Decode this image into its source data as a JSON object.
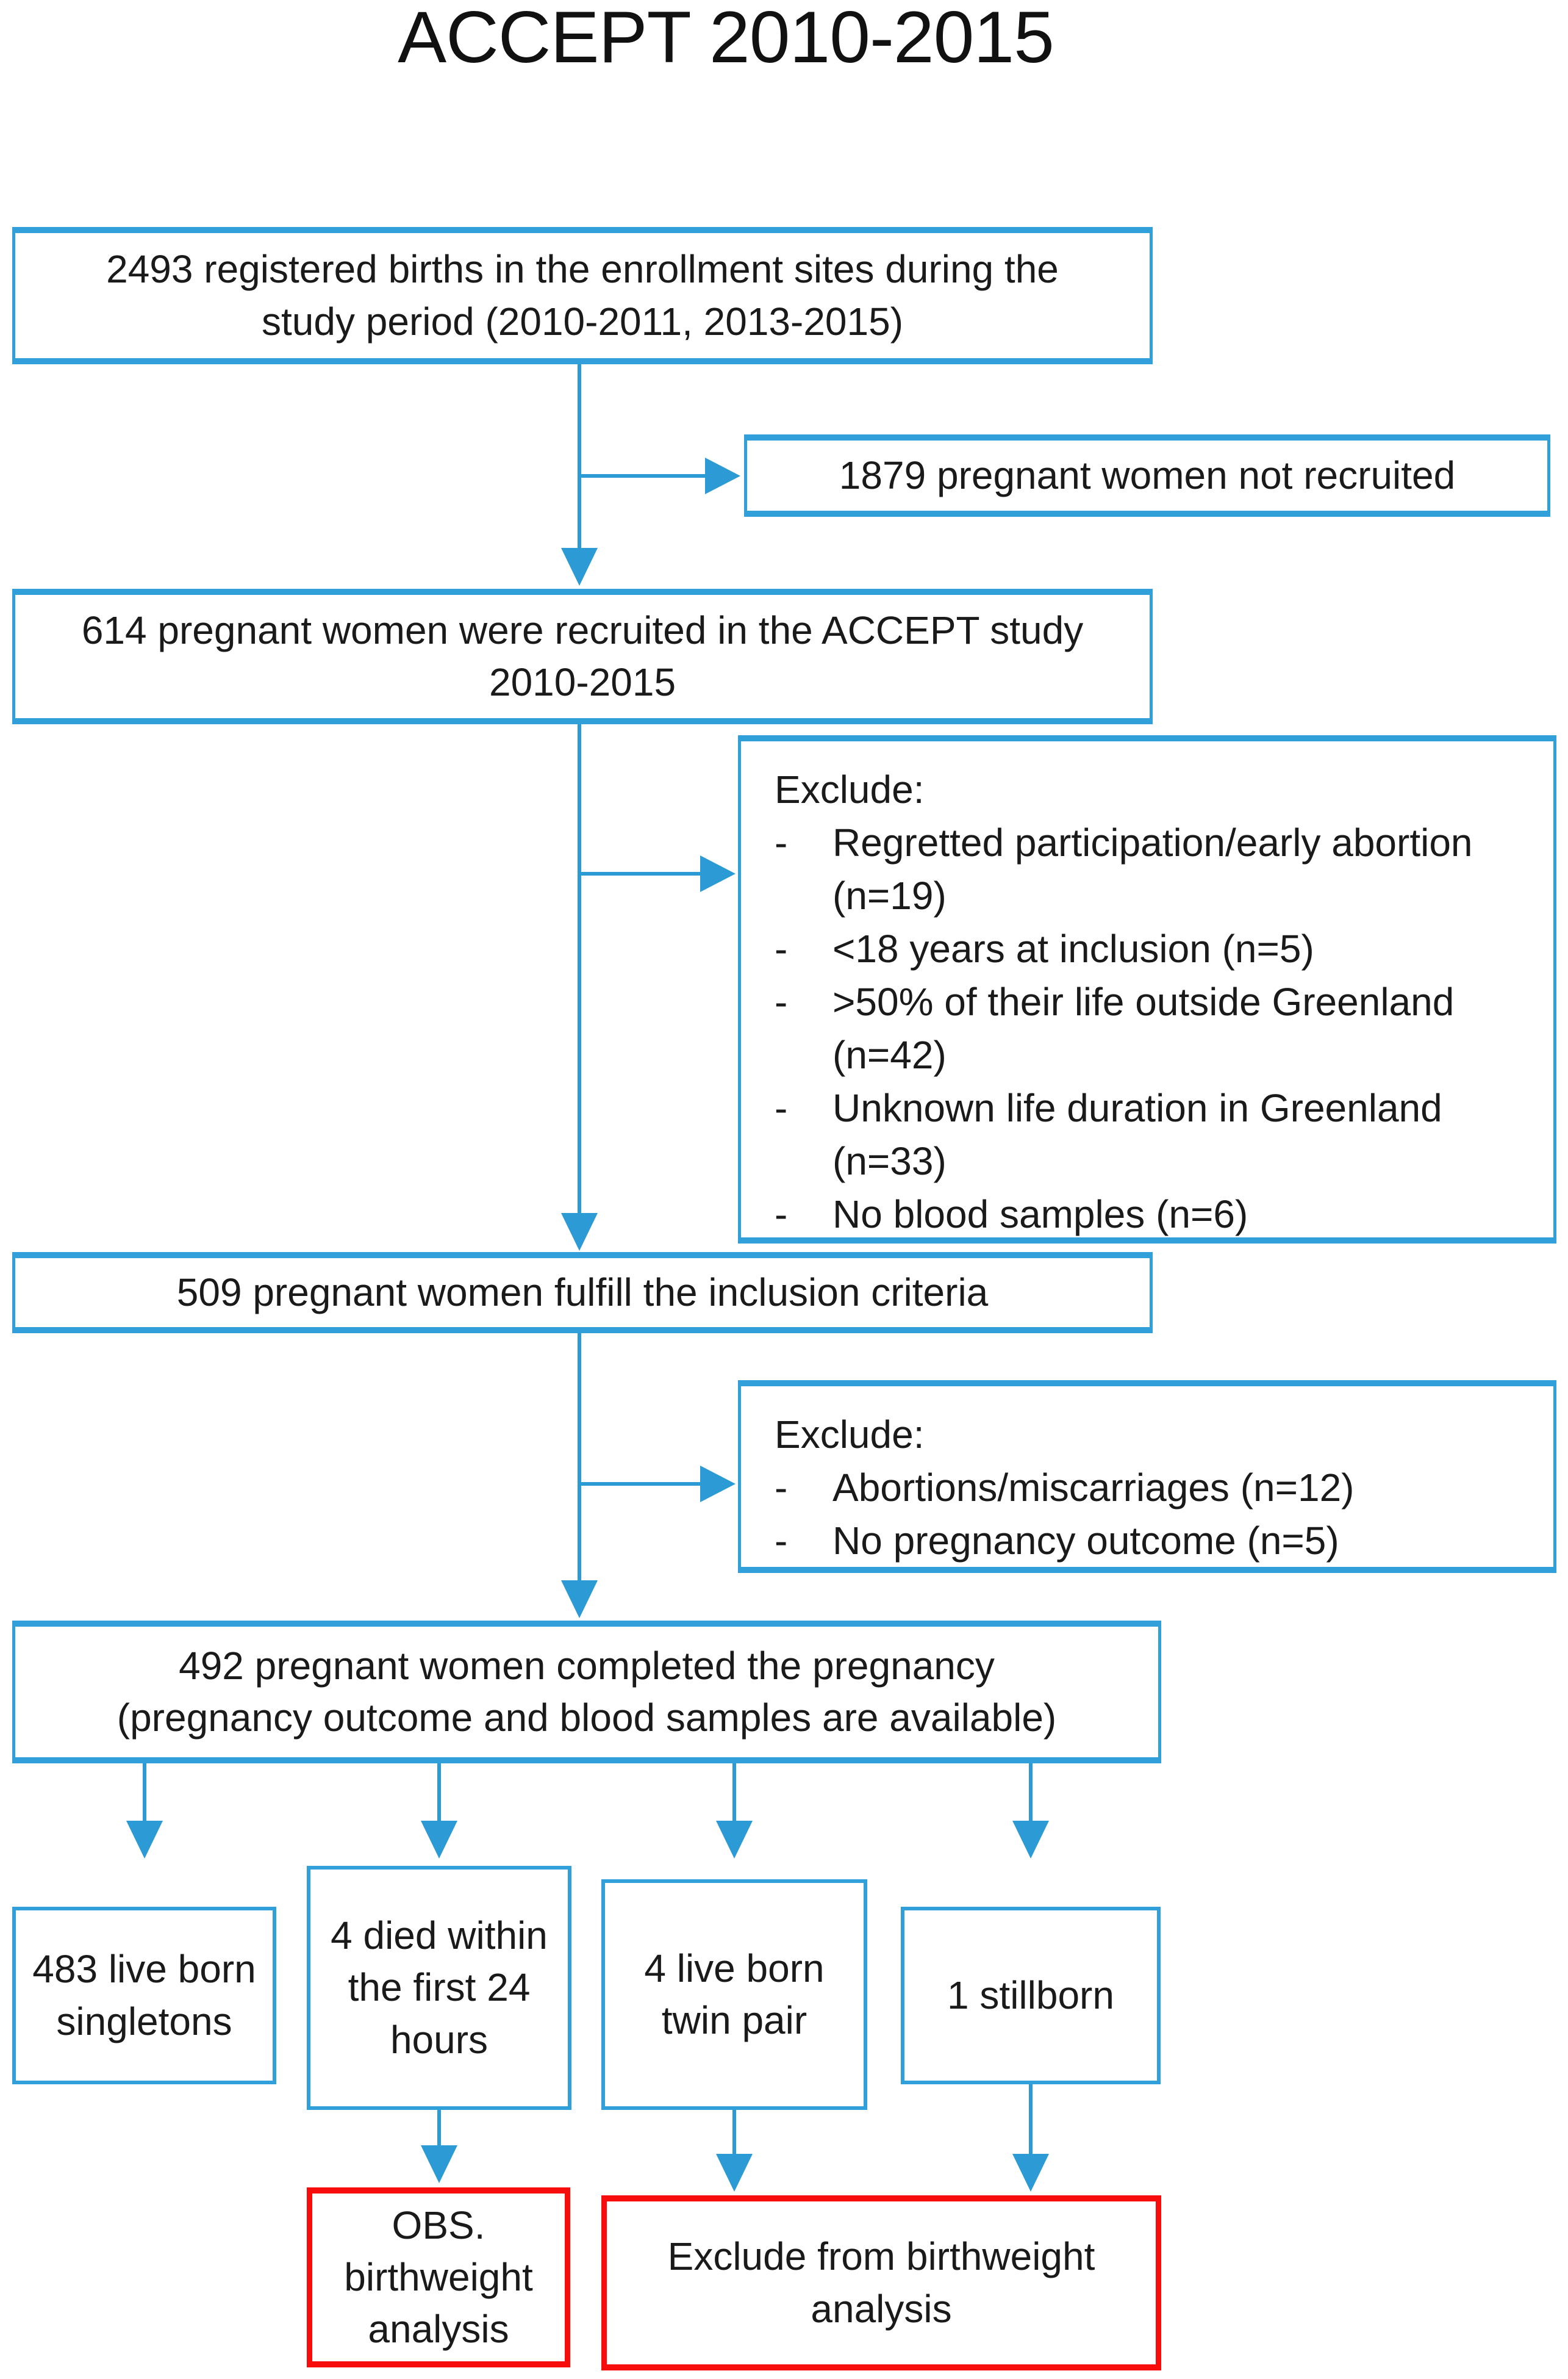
{
  "title": "ACCEPT 2010-2015",
  "bullets": {
    "dash": "-"
  },
  "colors": {
    "box_border_blue": "#319FD9",
    "arrow_blue": "#2B9AD5",
    "highlight_border_red": "#F80D0D",
    "text": "#1A1A1A",
    "background": "#FFFFFF"
  },
  "nodes": {
    "registered": {
      "line1": "2493 registered births in the enrollment sites during the",
      "line2": "study period (2010-2011, 2013-2015)"
    },
    "not_recruited": {
      "text": "1879 pregnant women not recruited"
    },
    "recruited": {
      "line1": "614 pregnant women were recruited in the ACCEPT study",
      "line2": "2010-2015"
    },
    "exclude_inclusion": {
      "title": "Exclude:",
      "items": [
        "Regretted participation/early abortion (n=19)",
        "<18 years at inclusion (n=5)",
        ">50% of their life outside Greenland (n=42)",
        "Unknown life duration in Greenland (n=33)",
        "No blood samples (n=6)"
      ]
    },
    "fulfill": {
      "text": "509 pregnant women fulfill the inclusion criteria"
    },
    "exclude_outcome": {
      "title": "Exclude:",
      "items": [
        "Abortions/miscarriages (n=12)",
        "No pregnancy outcome (n=5)"
      ]
    },
    "completed": {
      "line1": "492 pregnant women completed the pregnancy",
      "line2": "(pregnancy outcome and blood samples are available)"
    },
    "singletons": {
      "text": "483 live born singletons"
    },
    "died_24h": {
      "text": "4 died within the first 24 hours"
    },
    "twin_pair": {
      "text": "4 live born twin pair"
    },
    "stillborn": {
      "text": "1 stillborn"
    },
    "obs_birthweight": {
      "text": "OBS. birthweight analysis"
    },
    "exclude_birthweight": {
      "text": "Exclude from birthweight analysis"
    }
  }
}
